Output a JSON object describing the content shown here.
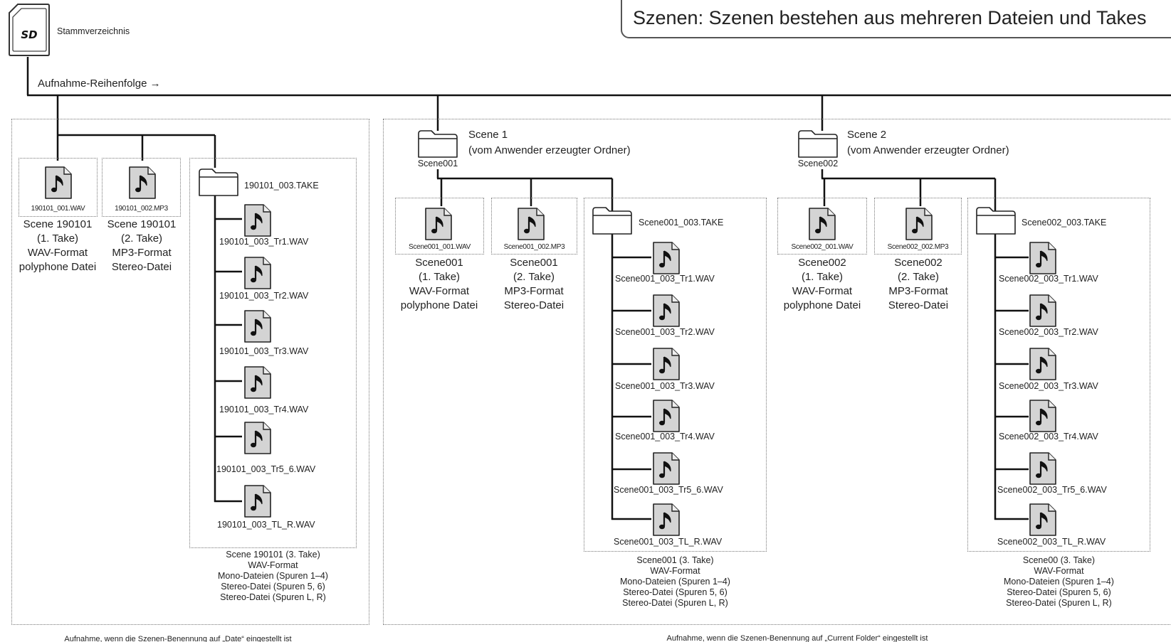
{
  "title": "Szenen: Szenen bestehen aus mehreren Dateien und Takes",
  "root": {
    "label": "Stammverzeichnis"
  },
  "order_label": "Aufnahme-Reihenfolge →",
  "date_section": {
    "note": "Aufnahme, wenn die Szenen-Benennung auf „Date“ eingestellt ist",
    "file1": {
      "name": "190101_001.WAV",
      "caption": [
        "Scene 190101",
        "(1. Take)",
        "WAV-Format",
        "polyphone Datei"
      ]
    },
    "file2": {
      "name": "190101_002.MP3",
      "caption": [
        "Scene 190101",
        "(2. Take)",
        "MP3-Format",
        "Stereo-Datei"
      ]
    },
    "take_folder": {
      "name": "190101_003.TAKE",
      "files": [
        "190101_003_Tr1.WAV",
        "190101_003_Tr2.WAV",
        "190101_003_Tr3.WAV",
        "190101_003_Tr4.WAV",
        "190101_003_Tr5_6.WAV",
        "190101_003_TL_R.WAV"
      ],
      "caption": [
        "Scene 190101 (3. Take)",
        "WAV-Format",
        "Mono-Dateien (Spuren 1–4)",
        "Stereo-Datei (Spuren 5, 6)",
        "Stereo-Datei (Spuren L, R)"
      ]
    }
  },
  "folder_section": {
    "note": "Aufnahme, wenn die Szenen-Benennung auf „Current Folder“ eingestellt ist",
    "scene1": {
      "folder_name": "Scene001",
      "title": "Scene 1",
      "subtitle": "(vom Anwender erzeugter Ordner)",
      "file1": {
        "name": "Scene001_001.WAV",
        "caption": [
          "Scene001",
          "(1. Take)",
          "WAV-Format",
          "polyphone Datei"
        ]
      },
      "file2": {
        "name": "Scene001_002.MP3",
        "caption": [
          "Scene001",
          "(2. Take)",
          "MP3-Format",
          "Stereo-Datei"
        ]
      },
      "take_folder": {
        "name": "Scene001_003.TAKE",
        "files": [
          "Scene001_003_Tr1.WAV",
          "Scene001_003_Tr2.WAV",
          "Scene001_003_Tr3.WAV",
          "Scene001_003_Tr4.WAV",
          "Scene001_003_Tr5_6.WAV",
          "Scene001_003_TL_R.WAV"
        ],
        "caption": [
          "Scene001 (3. Take)",
          "WAV-Format",
          "Mono-Dateien (Spuren 1–4)",
          "Stereo-Datei (Spuren 5, 6)",
          "Stereo-Datei (Spuren L, R)"
        ]
      }
    },
    "scene2": {
      "folder_name": "Scene002",
      "title": "Scene 2",
      "subtitle": "(vom Anwender erzeugter Ordner)",
      "file1": {
        "name": "Scene002_001.WAV",
        "caption": [
          "Scene002",
          "(1. Take)",
          "WAV-Format",
          "polyphone Datei"
        ]
      },
      "file2": {
        "name": "Scene002_002.MP3",
        "caption": [
          "Scene002",
          "(2. Take)",
          "MP3-Format",
          "Stereo-Datei"
        ]
      },
      "take_folder": {
        "name": "Scene002_003.TAKE",
        "files": [
          "Scene002_003_Tr1.WAV",
          "Scene002_003_Tr2.WAV",
          "Scene002_003_Tr3.WAV",
          "Scene002_003_Tr4.WAV",
          "Scene002_003_Tr5_6.WAV",
          "Scene002_003_TL_R.WAV"
        ],
        "caption": [
          "Scene00 (3. Take)",
          "WAV-Format",
          "Mono-Dateien (Spuren 1–4)",
          "Stereo-Datei (Spuren 5, 6)",
          "Stereo-Datei (Spuren L, R)"
        ]
      }
    }
  },
  "icons": {
    "sd_card": "sd-card-icon",
    "folder": "folder-icon",
    "audio_file": "music-file-icon"
  }
}
